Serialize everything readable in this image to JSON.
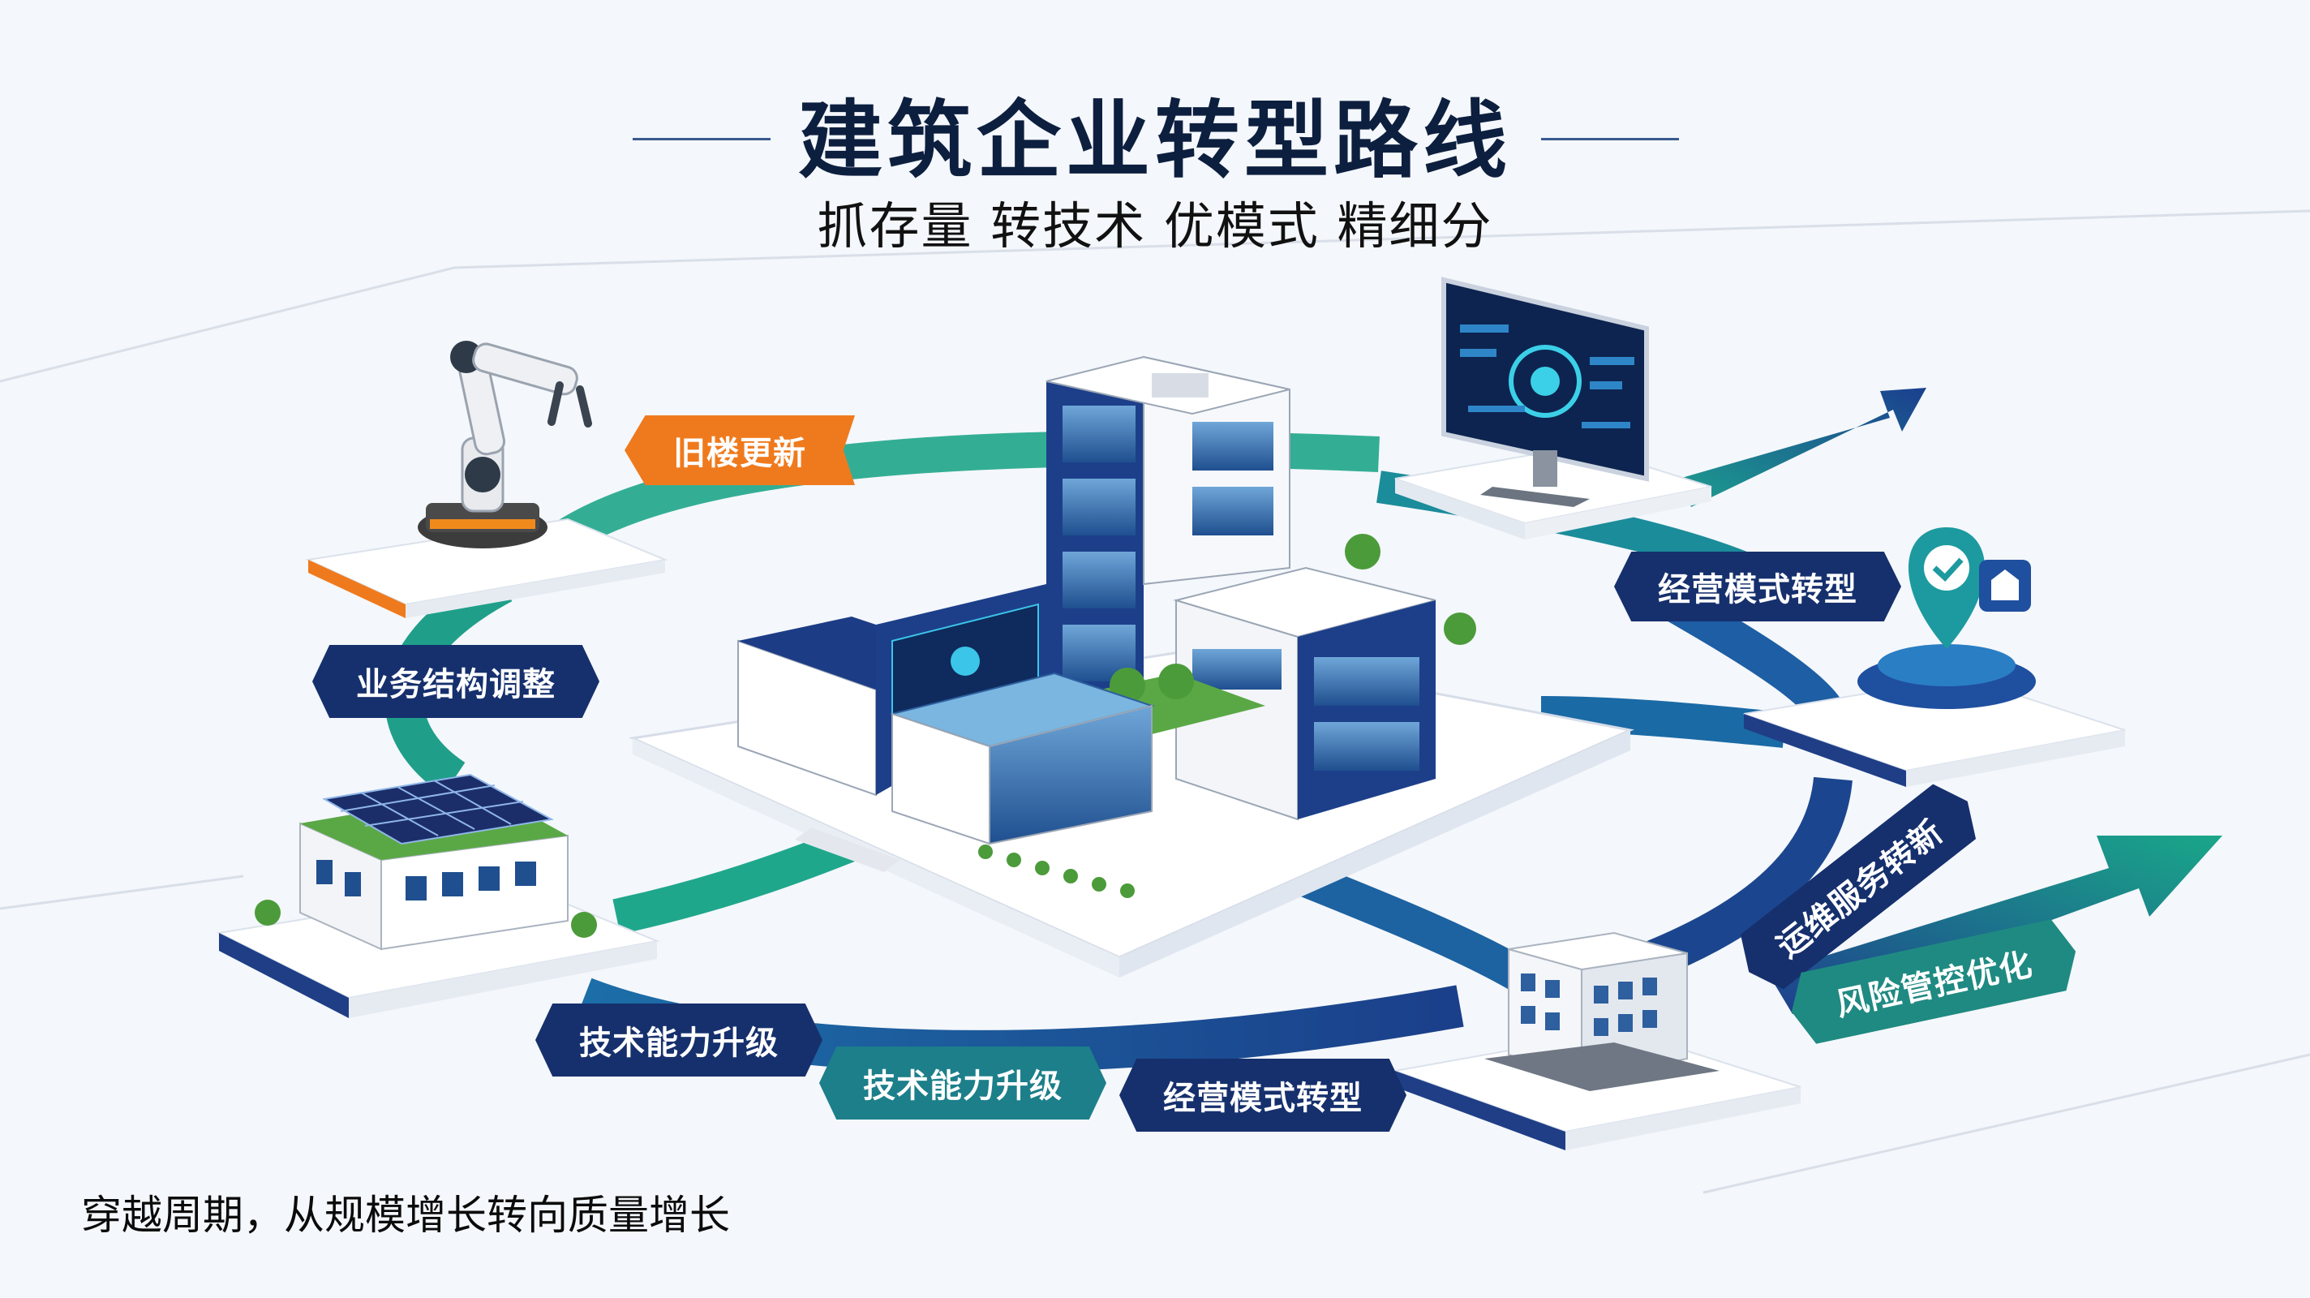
{
  "title": "建筑企业转型路线",
  "subtitle": "抓存量 转技术 优模式 精细分",
  "footer": "穿越周期，从规模增长转向质量增长",
  "labels": {
    "old_building_renewal": "旧楼更新",
    "business_restructure": "业务结构调整",
    "tech_upgrade_1": "技术能力升级",
    "tech_upgrade_2": "技术能力升级",
    "business_model_1": "经营模式转型",
    "business_model_2": "经营模式转型",
    "operations_innovation": "运维服务转新",
    "risk_control": "风险管控优化"
  },
  "colors": {
    "navy": "#16306d",
    "teal": "#1f8a82",
    "orange": "#ef7a1d",
    "blue": "#1f4fa0"
  },
  "icons": [
    "robot-arm-icon",
    "solar-house-icon",
    "office-building-icon",
    "monitor-dashboard-icon",
    "location-pin-icon"
  ]
}
